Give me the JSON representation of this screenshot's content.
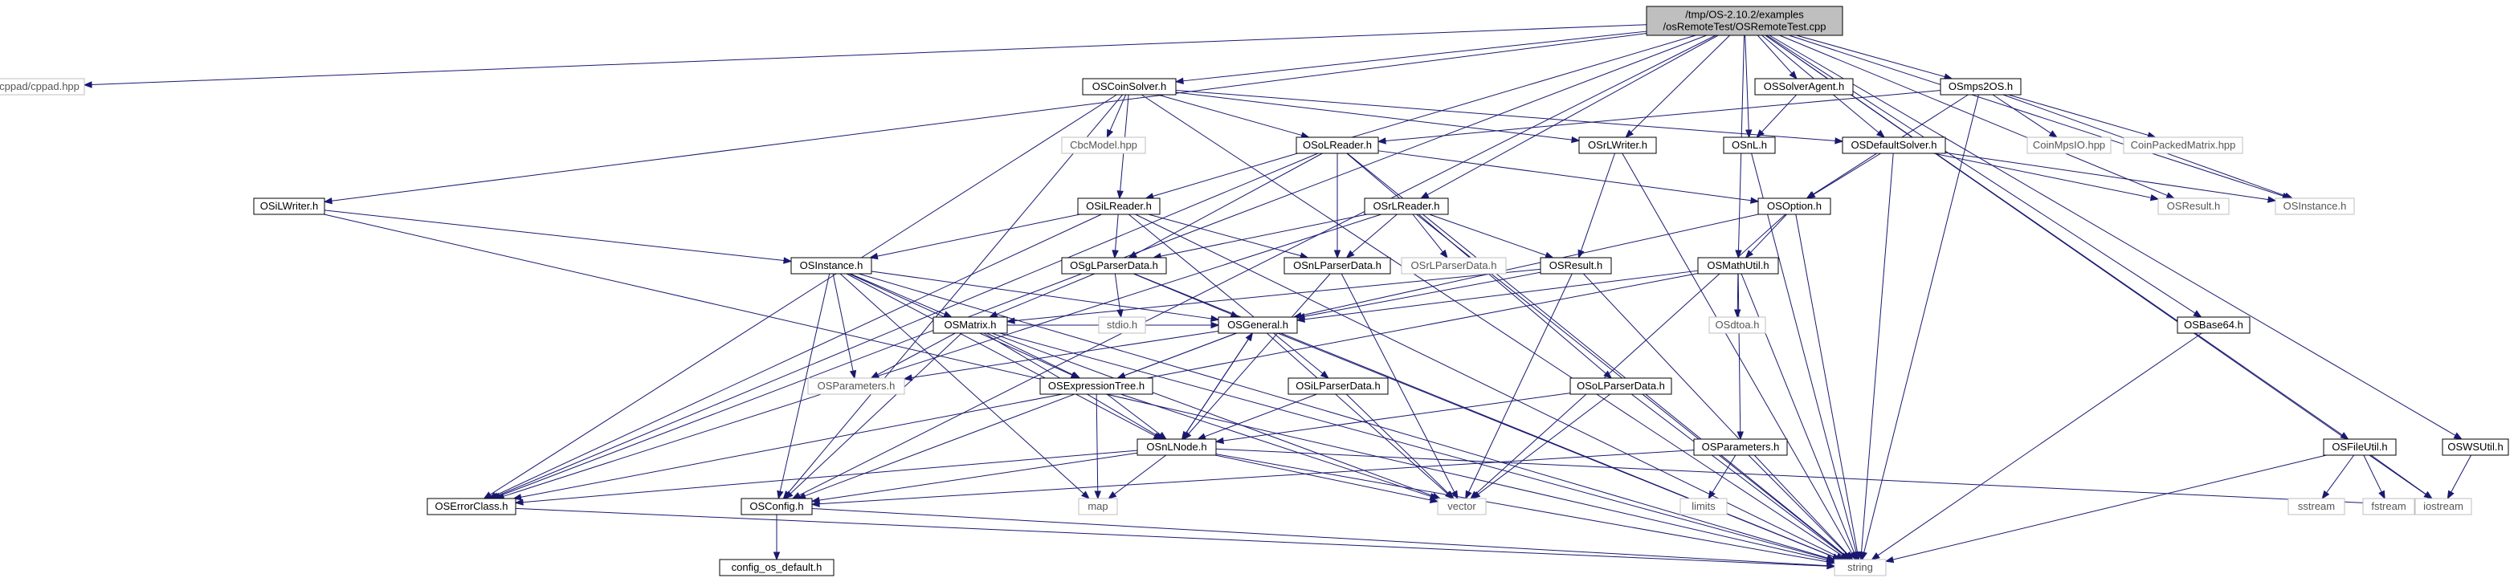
{
  "title": "/tmp/OS-2.10.2/examples/osRemoteTest/OSRemoteTest.cpp",
  "colors": {
    "edge": "#191970",
    "root_fill": "#bfbfbf",
    "system_border": "#bfbfbf"
  },
  "nodes": [
    {
      "id": "root",
      "label": "/tmp/OS-2.10.2/examples\n/osRemoteTest/OSRemoteTest.cpp",
      "kind": "root"
    },
    {
      "id": "cppad",
      "label": "cppad/cppad.hpp",
      "kind": "system"
    },
    {
      "id": "OSCoinSolver",
      "label": "OSCoinSolver.h",
      "kind": "local"
    },
    {
      "id": "OSSolverAgent",
      "label": "OSSolverAgent.h",
      "kind": "local"
    },
    {
      "id": "OSmps2OS",
      "label": "OSmps2OS.h",
      "kind": "local"
    },
    {
      "id": "CbcModel",
      "label": "CbcModel.hpp",
      "kind": "system"
    },
    {
      "id": "OSoLReader",
      "label": "OSoLReader.h",
      "kind": "local"
    },
    {
      "id": "OSrLWriter",
      "label": "OSrLWriter.h",
      "kind": "local"
    },
    {
      "id": "OSnL",
      "label": "OSnL.h",
      "kind": "local"
    },
    {
      "id": "OSDefaultSolver",
      "label": "OSDefaultSolver.h",
      "kind": "local"
    },
    {
      "id": "CoinMpsIO",
      "label": "CoinMpsIO.hpp",
      "kind": "system"
    },
    {
      "id": "CoinPackedMatrix",
      "label": "CoinPackedMatrix.hpp",
      "kind": "system"
    },
    {
      "id": "OSiLWriter",
      "label": "OSiLWriter.h",
      "kind": "local"
    },
    {
      "id": "OSiLReader",
      "label": "OSiLReader.h",
      "kind": "local"
    },
    {
      "id": "OSrLReader",
      "label": "OSrLReader.h",
      "kind": "local"
    },
    {
      "id": "OSOption",
      "label": "OSOption.h",
      "kind": "local"
    },
    {
      "id": "OSResulth",
      "label": "OSResult.h",
      "kind": "system"
    },
    {
      "id": "OSInstanceTop",
      "label": "OSInstance.h",
      "kind": "system"
    },
    {
      "id": "OSInstance",
      "label": "OSInstance.h",
      "kind": "local"
    },
    {
      "id": "OSgLParserData",
      "label": "OSgLParserData.h",
      "kind": "local"
    },
    {
      "id": "OSnLParserData",
      "label": "OSnLParserData.h",
      "kind": "local"
    },
    {
      "id": "OSrLParserData",
      "label": "OSrLParserData.h",
      "kind": "system"
    },
    {
      "id": "OSResult",
      "label": "OSResult.h",
      "kind": "local"
    },
    {
      "id": "OSMathUtil",
      "label": "OSMathUtil.h",
      "kind": "local"
    },
    {
      "id": "OSMatrix",
      "label": "OSMatrix.h",
      "kind": "local"
    },
    {
      "id": "stdio",
      "label": "stdio.h",
      "kind": "system"
    },
    {
      "id": "OSGeneral",
      "label": "OSGeneral.h",
      "kind": "local"
    },
    {
      "id": "OSdtoa",
      "label": "OSdtoa.h",
      "kind": "system"
    },
    {
      "id": "OSBase64",
      "label": "OSBase64.h",
      "kind": "local"
    },
    {
      "id": "OSParametersSys",
      "label": "OSParameters.h",
      "kind": "system"
    },
    {
      "id": "OSExpressionTree",
      "label": "OSExpressionTree.h",
      "kind": "local"
    },
    {
      "id": "OSiLParserData",
      "label": "OSiLParserData.h",
      "kind": "local"
    },
    {
      "id": "OSoLParserData",
      "label": "OSoLParserData.h",
      "kind": "local"
    },
    {
      "id": "OSParameters",
      "label": "OSParameters.h",
      "kind": "local"
    },
    {
      "id": "OSnLNode",
      "label": "OSnLNode.h",
      "kind": "local"
    },
    {
      "id": "OSFileUtil",
      "label": "OSFileUtil.h",
      "kind": "local"
    },
    {
      "id": "OSWSUtil",
      "label": "OSWSUtil.h",
      "kind": "local"
    },
    {
      "id": "OSErrorClass",
      "label": "OSErrorClass.h",
      "kind": "local"
    },
    {
      "id": "OSConfig",
      "label": "OSConfig.h",
      "kind": "local"
    },
    {
      "id": "map",
      "label": "map",
      "kind": "system"
    },
    {
      "id": "vector",
      "label": "vector",
      "kind": "system"
    },
    {
      "id": "limits",
      "label": "limits",
      "kind": "system"
    },
    {
      "id": "sstream",
      "label": "sstream",
      "kind": "system"
    },
    {
      "id": "fstream",
      "label": "fstream",
      "kind": "system"
    },
    {
      "id": "iostream",
      "label": "iostream",
      "kind": "system"
    },
    {
      "id": "config_os_default",
      "label": "config_os_default.h",
      "kind": "local"
    },
    {
      "id": "string",
      "label": "string",
      "kind": "system"
    }
  ],
  "edges": [
    [
      "root",
      "cppad"
    ],
    [
      "root",
      "OSCoinSolver"
    ],
    [
      "root",
      "OSSolverAgent"
    ],
    [
      "root",
      "OSmps2OS"
    ],
    [
      "root",
      "OSnL"
    ],
    [
      "root",
      "OSDefaultSolver"
    ],
    [
      "root",
      "OSrLWriter"
    ],
    [
      "root",
      "OSiLWriter"
    ],
    [
      "root",
      "OSiLReader"
    ],
    [
      "root",
      "OSrLReader"
    ],
    [
      "root",
      "OSMathUtil"
    ],
    [
      "root",
      "OSResulth"
    ],
    [
      "root",
      "OSInstanceTop"
    ],
    [
      "root",
      "OSBase64"
    ],
    [
      "root",
      "OSFileUtil"
    ],
    [
      "root",
      "OSWSUtil"
    ],
    [
      "root",
      "iostream"
    ],
    [
      "root",
      "OSConfig"
    ],
    [
      "root",
      "OSErrorClass"
    ],
    [
      "OSCoinSolver",
      "CbcModel"
    ],
    [
      "OSCoinSolver",
      "OSoLReader"
    ],
    [
      "OSCoinSolver",
      "OSrLWriter"
    ],
    [
      "OSCoinSolver",
      "OSDefaultSolver"
    ],
    [
      "OSCoinSolver",
      "OSiLReader"
    ],
    [
      "OSCoinSolver",
      "OSErrorClass"
    ],
    [
      "OSCoinSolver",
      "OSConfig"
    ],
    [
      "OSCoinSolver",
      "string"
    ],
    [
      "OSSolverAgent",
      "OSnL"
    ],
    [
      "OSmps2OS",
      "CoinMpsIO"
    ],
    [
      "OSmps2OS",
      "CoinPackedMatrix"
    ],
    [
      "OSmps2OS",
      "OSInstanceTop"
    ],
    [
      "OSmps2OS",
      "OSoLReader"
    ],
    [
      "OSmps2OS",
      "OSOption"
    ],
    [
      "OSmps2OS",
      "string"
    ],
    [
      "OSoLReader",
      "OSOption"
    ],
    [
      "OSoLReader",
      "OSgLParserData"
    ],
    [
      "OSoLReader",
      "OSnLParserData"
    ],
    [
      "OSoLReader",
      "OSoLParserData"
    ],
    [
      "OSoLReader",
      "OSErrorClass"
    ],
    [
      "OSoLReader",
      "string"
    ],
    [
      "OSrLWriter",
      "OSResult"
    ],
    [
      "OSrLWriter",
      "string"
    ],
    [
      "OSnL",
      "string"
    ],
    [
      "OSDefaultSolver",
      "OSOption"
    ],
    [
      "OSDefaultSolver",
      "OSResulth"
    ],
    [
      "OSDefaultSolver",
      "OSInstanceTop"
    ],
    [
      "OSDefaultSolver",
      "string"
    ],
    [
      "OSiLWriter",
      "OSInstance"
    ],
    [
      "OSiLWriter",
      "string"
    ],
    [
      "OSiLReader",
      "OSInstance"
    ],
    [
      "OSiLReader",
      "OSgLParserData"
    ],
    [
      "OSiLReader",
      "OSnLParserData"
    ],
    [
      "OSiLReader",
      "OSiLParserData"
    ],
    [
      "OSiLReader",
      "OSErrorClass"
    ],
    [
      "OSiLReader",
      "string"
    ],
    [
      "OSrLReader",
      "OSgLParserData"
    ],
    [
      "OSrLReader",
      "OSnLParserData"
    ],
    [
      "OSrLReader",
      "OSrLParserData"
    ],
    [
      "OSrLReader",
      "OSResult"
    ],
    [
      "OSrLReader",
      "OSErrorClass"
    ],
    [
      "OSrLReader",
      "string"
    ],
    [
      "OSOption",
      "OSGeneral"
    ],
    [
      "OSOption",
      "OSMathUtil"
    ],
    [
      "OSOption",
      "vector"
    ],
    [
      "OSOption",
      "string"
    ],
    [
      "OSInstance",
      "OSMatrix"
    ],
    [
      "OSInstance",
      "OSGeneral"
    ],
    [
      "OSInstance",
      "OSExpressionTree"
    ],
    [
      "OSInstance",
      "OSParametersSys"
    ],
    [
      "OSInstance",
      "OSnLNode"
    ],
    [
      "OSInstance",
      "OSConfig"
    ],
    [
      "OSInstance",
      "map"
    ],
    [
      "OSInstance",
      "string"
    ],
    [
      "OSgLParserData",
      "OSMatrix"
    ],
    [
      "OSgLParserData",
      "OSGeneral"
    ],
    [
      "OSgLParserData",
      "stdio"
    ],
    [
      "OSgLParserData",
      "string"
    ],
    [
      "OSnLParserData",
      "OSnLNode"
    ],
    [
      "OSnLParserData",
      "vector"
    ],
    [
      "OSResult",
      "OSGeneral"
    ],
    [
      "OSResult",
      "OSMatrix"
    ],
    [
      "OSResult",
      "vector"
    ],
    [
      "OSResult",
      "string"
    ],
    [
      "OSMathUtil",
      "OSGeneral"
    ],
    [
      "OSMathUtil",
      "OSdtoa"
    ],
    [
      "OSMathUtil",
      "OSParameters"
    ],
    [
      "OSMathUtil",
      "OSErrorClass"
    ],
    [
      "OSMathUtil",
      "string"
    ],
    [
      "OSMatrix",
      "OSGeneral"
    ],
    [
      "OSMatrix",
      "OSParametersSys"
    ],
    [
      "OSMatrix",
      "OSExpressionTree"
    ],
    [
      "OSMatrix",
      "OSnLNode"
    ],
    [
      "OSMatrix",
      "OSConfig"
    ],
    [
      "OSMatrix",
      "vector"
    ],
    [
      "OSMatrix",
      "string"
    ],
    [
      "OSGeneral",
      "OSParametersSys"
    ],
    [
      "OSGeneral",
      "OSExpressionTree"
    ],
    [
      "OSGeneral",
      "OSnLNode"
    ],
    [
      "OSGeneral",
      "OSConfig"
    ],
    [
      "OSGeneral",
      "vector"
    ],
    [
      "OSGeneral",
      "string"
    ],
    [
      "OSExpressionTree",
      "OSnLNode"
    ],
    [
      "OSExpressionTree",
      "map"
    ],
    [
      "OSExpressionTree",
      "vector"
    ],
    [
      "OSiLParserData",
      "OSnLNode"
    ],
    [
      "OSiLParserData",
      "vector"
    ],
    [
      "OSoLParserData",
      "OSnLNode"
    ],
    [
      "OSoLParserData",
      "vector"
    ],
    [
      "OSoLParserData",
      "string"
    ],
    [
      "OSnLNode",
      "OSGeneral"
    ],
    [
      "OSnLNode",
      "OSErrorClass"
    ],
    [
      "OSnLNode",
      "OSConfig"
    ],
    [
      "OSnLNode",
      "map"
    ],
    [
      "OSnLNode",
      "vector"
    ],
    [
      "OSnLNode",
      "iostream"
    ],
    [
      "OSnLNode",
      "string"
    ],
    [
      "OSParameters",
      "OSConfig"
    ],
    [
      "OSParameters",
      "limits"
    ],
    [
      "OSParameters",
      "string"
    ],
    [
      "OSBase64",
      "string"
    ],
    [
      "OSFileUtil",
      "sstream"
    ],
    [
      "OSFileUtil",
      "fstream"
    ],
    [
      "OSFileUtil",
      "iostream"
    ],
    [
      "OSFileUtil",
      "string"
    ],
    [
      "OSWSUtil",
      "iostream"
    ],
    [
      "OSErrorClass",
      "string"
    ],
    [
      "OSConfig",
      "config_os_default"
    ],
    [
      "OSConfig",
      "string"
    ]
  ]
}
